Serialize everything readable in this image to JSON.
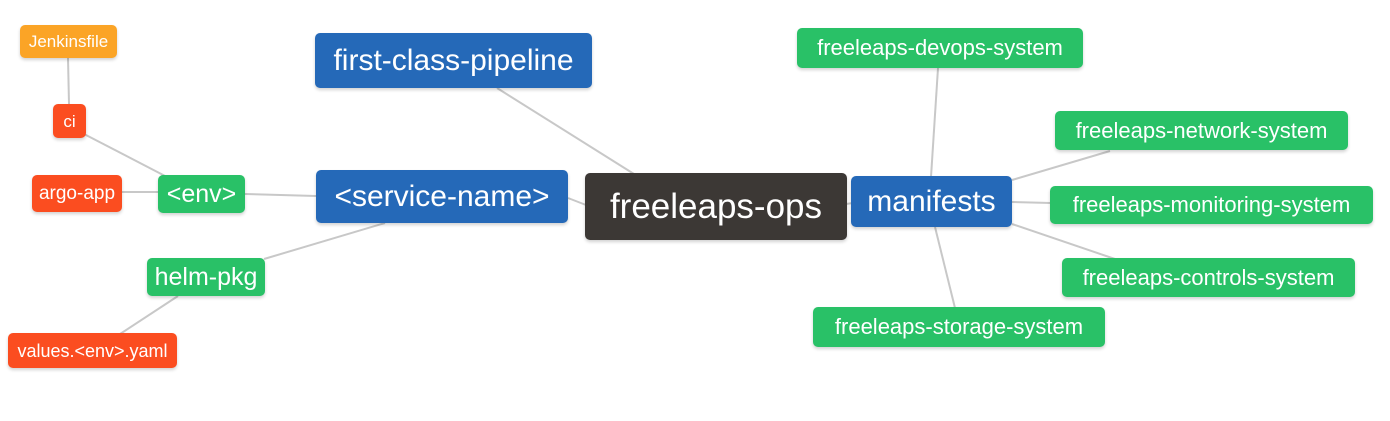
{
  "diagram": {
    "kind": "mindmap",
    "root_label": "freeleaps-ops"
  },
  "palette": {
    "blue": "#2569b8",
    "green": "#29c167",
    "red": "#fb4d20",
    "orange": "#fba426",
    "dark": "#3c3835",
    "edge": "#c8c8c8",
    "text": "#ffffff",
    "background": "#ffffff"
  },
  "nodes": {
    "freeleaps_ops": {
      "label": "freeleaps-ops",
      "color": "dark"
    },
    "first_class_pipeline": {
      "label": "first-class-pipeline",
      "color": "blue"
    },
    "service_name": {
      "label": "<service-name>",
      "color": "blue"
    },
    "manifests": {
      "label": "manifests",
      "color": "blue"
    },
    "env": {
      "label": "<env>",
      "color": "green"
    },
    "helm_pkg": {
      "label": "helm-pkg",
      "color": "green"
    },
    "ci": {
      "label": "ci",
      "color": "red"
    },
    "argo_app": {
      "label": "argo-app",
      "color": "red"
    },
    "jenkinsfile": {
      "label": "Jenkinsfile",
      "color": "orange"
    },
    "values_env_yaml": {
      "label": "values.<env>.yaml",
      "color": "red"
    },
    "devops_system": {
      "label": "freeleaps-devops-system",
      "color": "green"
    },
    "network_system": {
      "label": "freeleaps-network-system",
      "color": "green"
    },
    "monitoring_system": {
      "label": "freeleaps-monitoring-system",
      "color": "green"
    },
    "controls_system": {
      "label": "freeleaps-controls-system",
      "color": "green"
    },
    "storage_system": {
      "label": "freeleaps-storage-system",
      "color": "green"
    }
  },
  "edges": [
    [
      "jenkinsfile",
      "ci"
    ],
    [
      "ci",
      "env"
    ],
    [
      "argo_app",
      "env"
    ],
    [
      "env",
      "service_name"
    ],
    [
      "helm_pkg",
      "service_name"
    ],
    [
      "helm_pkg",
      "values_env_yaml"
    ],
    [
      "service_name",
      "freeleaps_ops"
    ],
    [
      "first_class_pipeline",
      "freeleaps_ops"
    ],
    [
      "freeleaps_ops",
      "manifests"
    ],
    [
      "manifests",
      "devops_system"
    ],
    [
      "manifests",
      "network_system"
    ],
    [
      "manifests",
      "monitoring_system"
    ],
    [
      "manifests",
      "controls_system"
    ],
    [
      "manifests",
      "storage_system"
    ]
  ]
}
